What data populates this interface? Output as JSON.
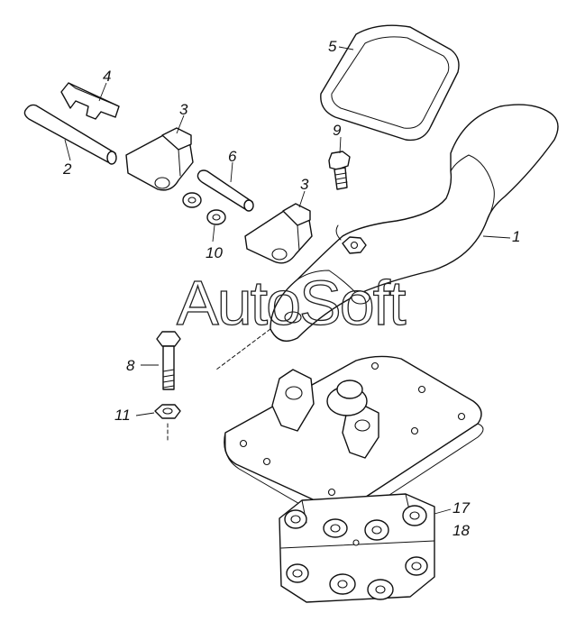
{
  "diagram": {
    "watermark": "AutoSoft",
    "callouts": {
      "c1": "1",
      "c2": "2",
      "c3a": "3",
      "c3b": "3",
      "c4": "4",
      "c5": "5",
      "c6": "6",
      "c8": "8",
      "c9": "9",
      "c10": "10",
      "c11": "11",
      "c17": "17",
      "c18": "18"
    }
  }
}
